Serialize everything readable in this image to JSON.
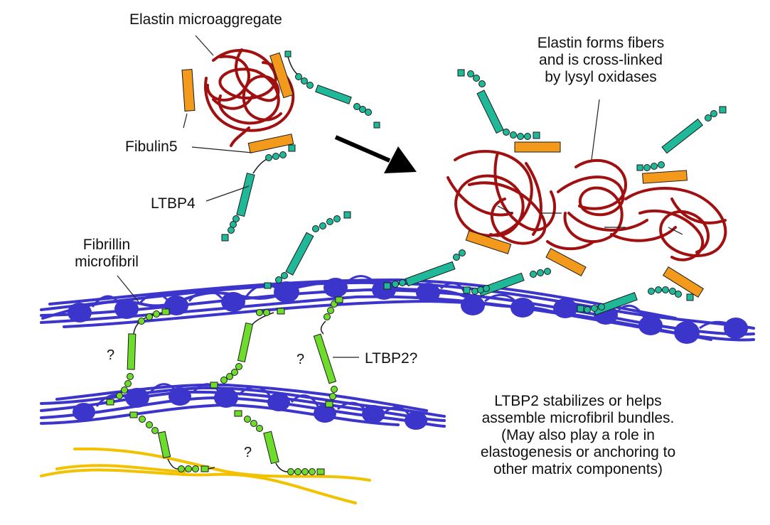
{
  "labels": {
    "elastin_microaggregate": "Elastin microaggregate",
    "elastin_fibers": [
      "Elastin forms fibers",
      "and is cross-linked",
      "by lysyl oxidases"
    ],
    "fibulin5": "Fibulin5",
    "ltbp4": "LTBP4",
    "fibrillin": [
      "Fibrillin",
      "microfibril"
    ],
    "ltbp2q": "LTBP2?",
    "question": "?",
    "ltbp2_note": [
      "LTBP2 stabilizes or helps",
      "assemble microfibril bundles.",
      "(May also play a role in",
      "elastogenesis or anchoring to",
      "other matrix components)"
    ]
  },
  "colors": {
    "elastin": "#a01010",
    "fibulin": "#f39a1c",
    "ltbp4": "#1fb99a",
    "ltbp2": "#6ddc2a",
    "microfibril": "#3c35cc",
    "other_matrix": "#f2c100",
    "leader": "#222222"
  }
}
